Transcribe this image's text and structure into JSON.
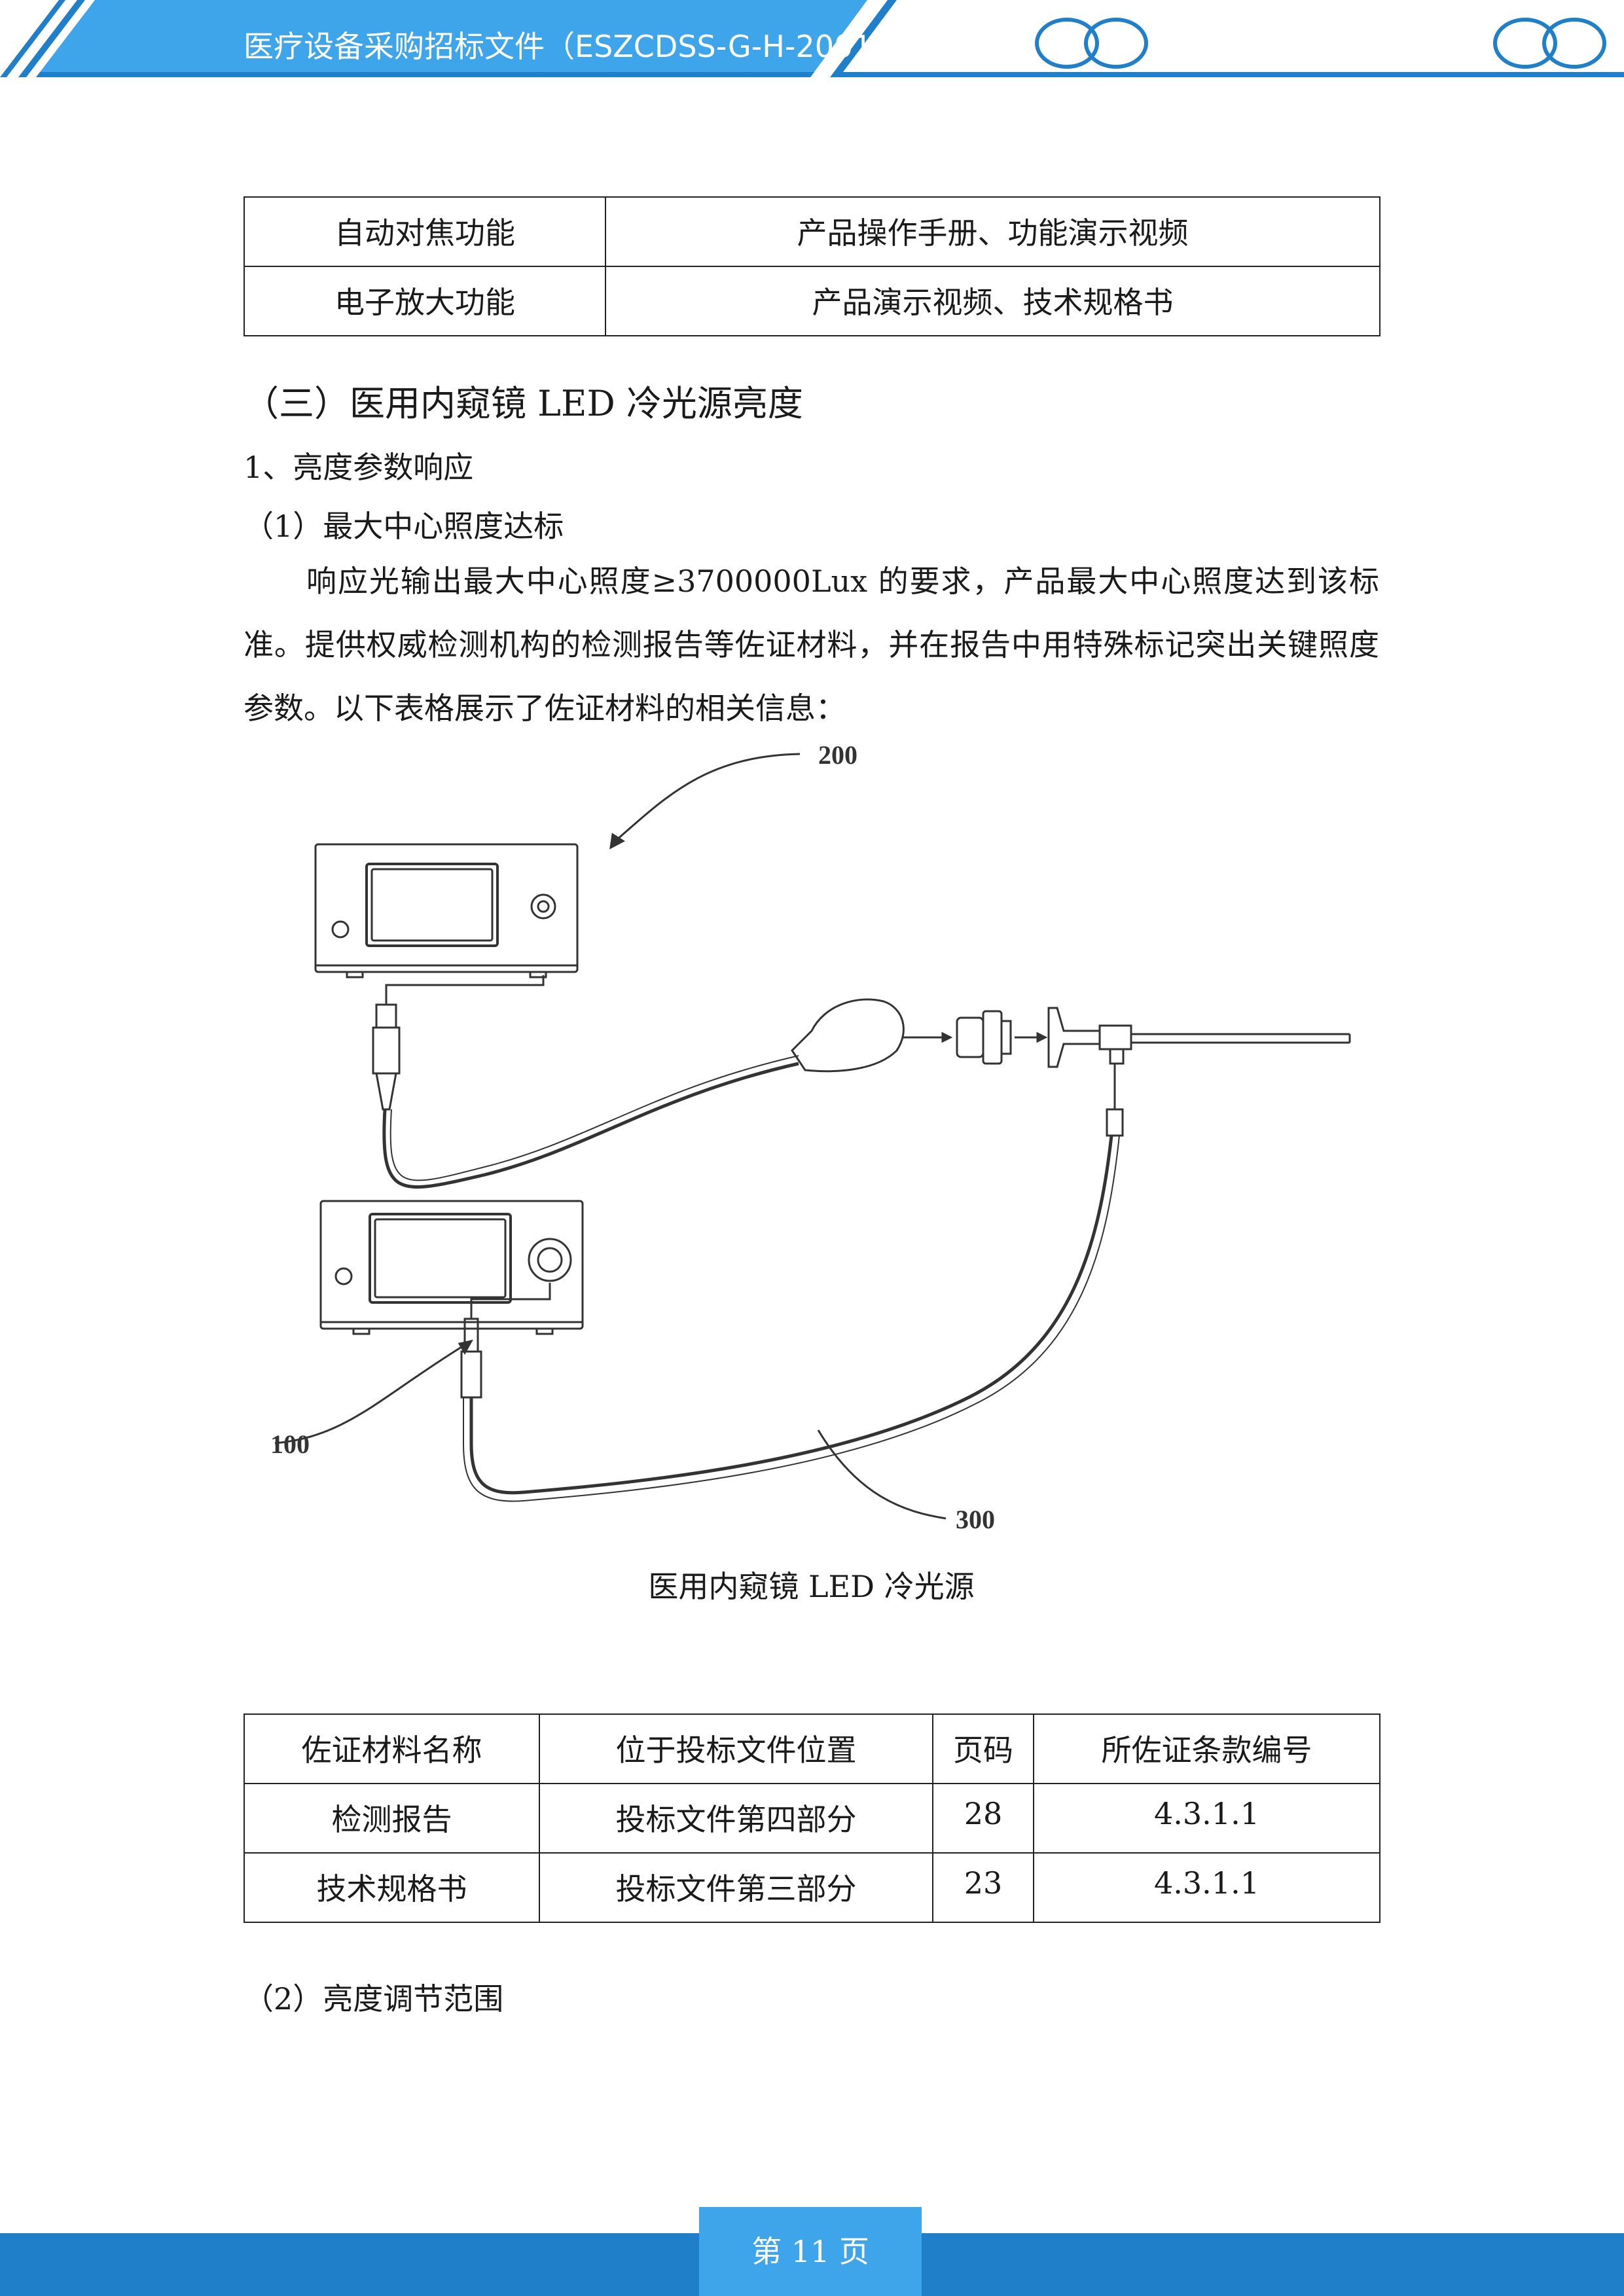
{
  "header": {
    "title": "医疗设备采购招标文件（ESZCDSS-G-H-2001",
    "colors": {
      "primary": "#1f7fc8",
      "light": "#3ea5ea"
    },
    "logo_icon": "double-ring-logo-icon"
  },
  "table_top": {
    "rows": [
      [
        "自动对焦功能",
        "产品操作手册、功能演示视频"
      ],
      [
        "电子放大功能",
        "产品演示视频、技术规格书"
      ]
    ]
  },
  "section": {
    "heading": "（三）医用内窥镜 LED 冷光源亮度",
    "sub1": "1、亮度参数响应",
    "sub1_1": "（1）最大中心照度达标",
    "paragraph": "响应光输出最大中心照度≥3700000Lux 的要求，产品最大中心照度达到该标准。提供权威检测机构的检测报告等佐证材料，并在报告中用特殊标记突出关键照度参数。以下表格展示了佐证材料的相关信息：",
    "sub1_2": "（2）亮度调节范围"
  },
  "figure": {
    "label_200": "200",
    "label_100": "100",
    "label_300": "300",
    "caption": "医用内窥镜 LED 冷光源"
  },
  "table_evidence": {
    "headers": [
      "佐证材料名称",
      "位于投标文件位置",
      "页码",
      "所佐证条款编号"
    ],
    "rows": [
      [
        "检测报告",
        "投标文件第四部分",
        "28",
        "4.3.1.1"
      ],
      [
        "技术规格书",
        "投标文件第三部分",
        "23",
        "4.3.1.1"
      ]
    ]
  },
  "footer": {
    "page_label": "第 11 页"
  }
}
